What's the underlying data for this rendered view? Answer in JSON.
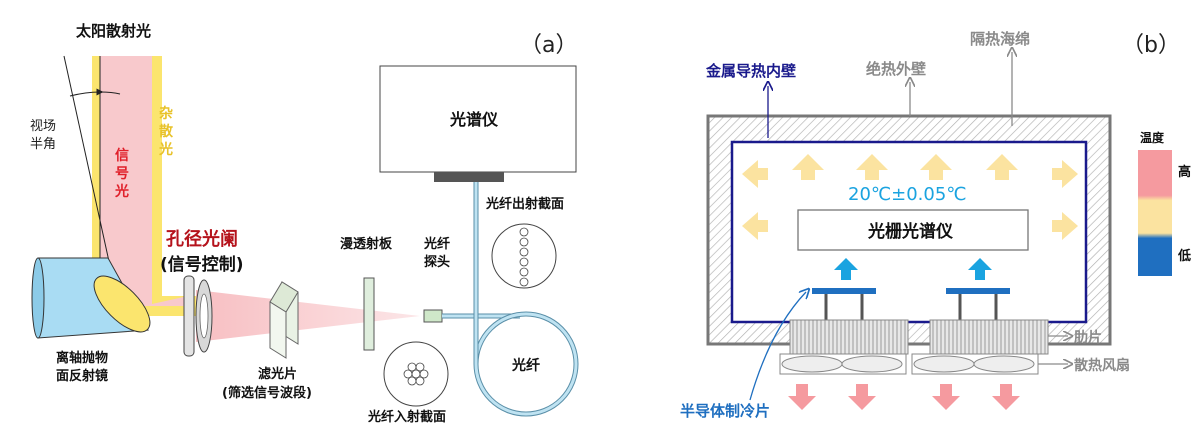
{
  "panel_a": {
    "label": "（a）",
    "sky_light": "太阳散射光",
    "fov_half_angle_1": "视场",
    "fov_half_angle_2": "半角",
    "signal_light": [
      "信",
      "号",
      "光"
    ],
    "stray_light": [
      "杂",
      "散",
      "光"
    ],
    "aperture_title": "孔径光阑",
    "aperture_sub": "(信号控制)",
    "mirror_1": "离轴抛物",
    "mirror_2": "面反射镜",
    "filter_1": "滤光片",
    "filter_2": "(筛选信号波段)",
    "diffuser": "漫透射板",
    "probe_1": "光纤",
    "probe_2": "探头",
    "spectrometer": "光谱仪",
    "fiber_out": "光纤出射截面",
    "fiber": "光纤",
    "fiber_in": "光纤入射截面"
  },
  "panel_b": {
    "label": "（b）",
    "inner_wall": "金属导热内壁",
    "outer_wall": "绝热外壁",
    "sponge": "隔热海绵",
    "temperature": "20℃±0.05℃",
    "grating_spectrometer": "光栅光谱仪",
    "fins": "肋片",
    "fan": "散热风扇",
    "tec": "半导体制冷片",
    "legend_title": "温度",
    "legend_high": "高",
    "legend_low": "低"
  },
  "colors": {
    "signal": "#f8c9cc",
    "stray": "#fbe56e",
    "hot": "#f59a9f",
    "warm": "#fbe3a0",
    "cold": "#1f6fc0",
    "fiber": "#bfe3f2",
    "navy": "#1a1a8c",
    "gray_text": "#8a8a8a",
    "red_text": "#e0202a",
    "aperture_text": "#b5131c",
    "cyan_text": "#1aa3e0"
  }
}
